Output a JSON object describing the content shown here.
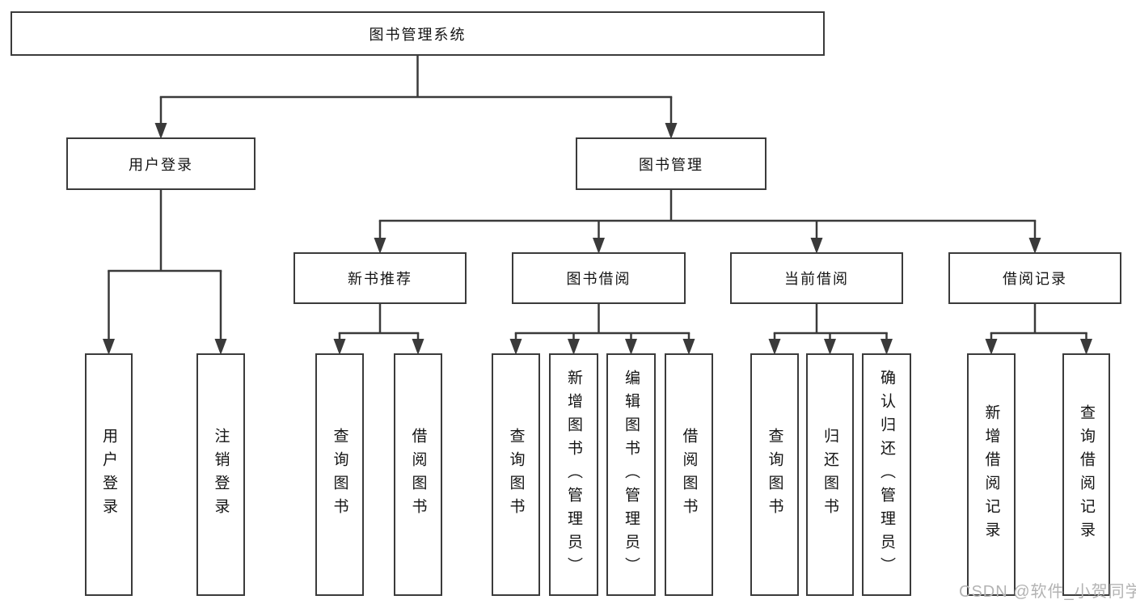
{
  "title": "图书管理系统",
  "watermark": {
    "text": "CSDN @软件_小贺同学"
  },
  "colors": {
    "box_border": "#3b3b3b",
    "box_fill": "#ffffff",
    "line": "#3a3a3a",
    "text": "#141414",
    "watermark": "#b3b3b3",
    "background": "#ffffff"
  },
  "tree": {
    "id": "system",
    "label": "图书管理系统",
    "children": [
      {
        "id": "user-login",
        "label": "用户登录",
        "children": [
          {
            "id": "user-login-leaf",
            "label": "用户登录",
            "orientation": "vertical"
          },
          {
            "id": "logout-leaf",
            "label": "注销登录",
            "orientation": "vertical"
          }
        ]
      },
      {
        "id": "book-management",
        "label": "图书管理",
        "children": [
          {
            "id": "new-book-recommend",
            "label": "新书推荐",
            "children": [
              {
                "id": "query-books-recommend",
                "label": "查询图书",
                "orientation": "vertical"
              },
              {
                "id": "borrow-books-recommend",
                "label": "借阅图书",
                "orientation": "vertical"
              }
            ]
          },
          {
            "id": "book-borrowing",
            "label": "图书借阅",
            "children": [
              {
                "id": "query-books-borrowing",
                "label": "查询图书",
                "orientation": "vertical"
              },
              {
                "id": "add-book-admin",
                "label": "新增图书（管理员）",
                "orientation": "vertical"
              },
              {
                "id": "edit-book-admin",
                "label": "编辑图书（管理员）",
                "orientation": "vertical"
              },
              {
                "id": "borrow-books-borrowing",
                "label": "借阅图书",
                "orientation": "vertical"
              }
            ]
          },
          {
            "id": "current-borrowing",
            "label": "当前借阅",
            "children": [
              {
                "id": "query-books-current",
                "label": "查询图书",
                "orientation": "vertical"
              },
              {
                "id": "return-books",
                "label": "归还图书",
                "orientation": "vertical"
              },
              {
                "id": "confirm-return-admin",
                "label": "确认归还（管理员）",
                "orientation": "vertical"
              }
            ]
          },
          {
            "id": "borrowing-records",
            "label": "借阅记录",
            "children": [
              {
                "id": "add-borrow-record",
                "label": "新增借阅记录",
                "orientation": "vertical"
              },
              {
                "id": "query-borrow-record",
                "label": "查询借阅记录",
                "orientation": "vertical"
              }
            ]
          }
        ]
      }
    ]
  }
}
